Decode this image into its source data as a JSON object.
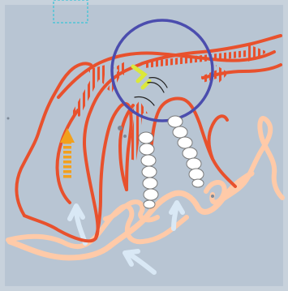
{
  "diagram": {
    "background_color": "#b8c5d3",
    "frame_color": "#c8d2dc",
    "colors": {
      "red_path": "#e8512d",
      "light_path": "#ffcaa8",
      "blue_arrow": "#d9e8f5",
      "orange_arrow": "#f2a01c",
      "circle": "#4b4dae",
      "yellow_mark": "#dbe83a",
      "bead": "#ffffff",
      "bead_outline": "#7a7a7a",
      "dashed_box": "#4fc5d8",
      "dark_line": "#222222"
    },
    "icons": [
      "focus-circle",
      "dashed-selection-box",
      "striped-arrow",
      "dashed-arrow",
      "bead-chain"
    ]
  }
}
